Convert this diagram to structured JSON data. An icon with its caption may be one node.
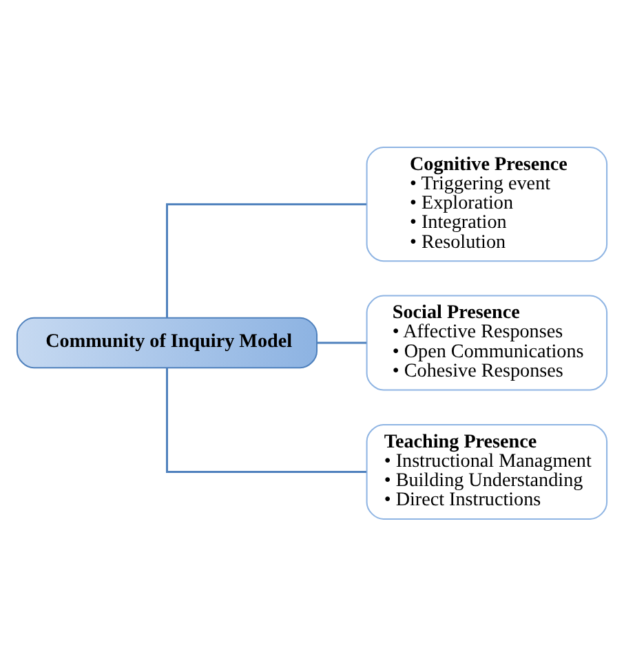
{
  "diagram": {
    "nodes": [
      {
        "text": [
          "Community of Inquiry Model"
        ]
      },
      {
        "text": [
          "Cognitive Presence",
          "• Triggering event",
          "• Exploration",
          "• Integration",
          "• Resolution"
        ]
      },
      {
        "text": [
          "Social Presence",
          "• Affective Responses",
          "• Open Communications",
          "• Cohesive Responses"
        ]
      },
      {
        "text": [
          "Teaching Presence",
          "• Instructional Managment",
          "• Building Understanding",
          "• Direct Instructions"
        ]
      }
    ],
    "edges": [
      {
        "from": 0,
        "to": 1,
        "arrow": "none"
      },
      {
        "from": 0,
        "to": 2,
        "arrow": "none"
      },
      {
        "from": 0,
        "to": 3,
        "arrow": "none"
      }
    ]
  }
}
